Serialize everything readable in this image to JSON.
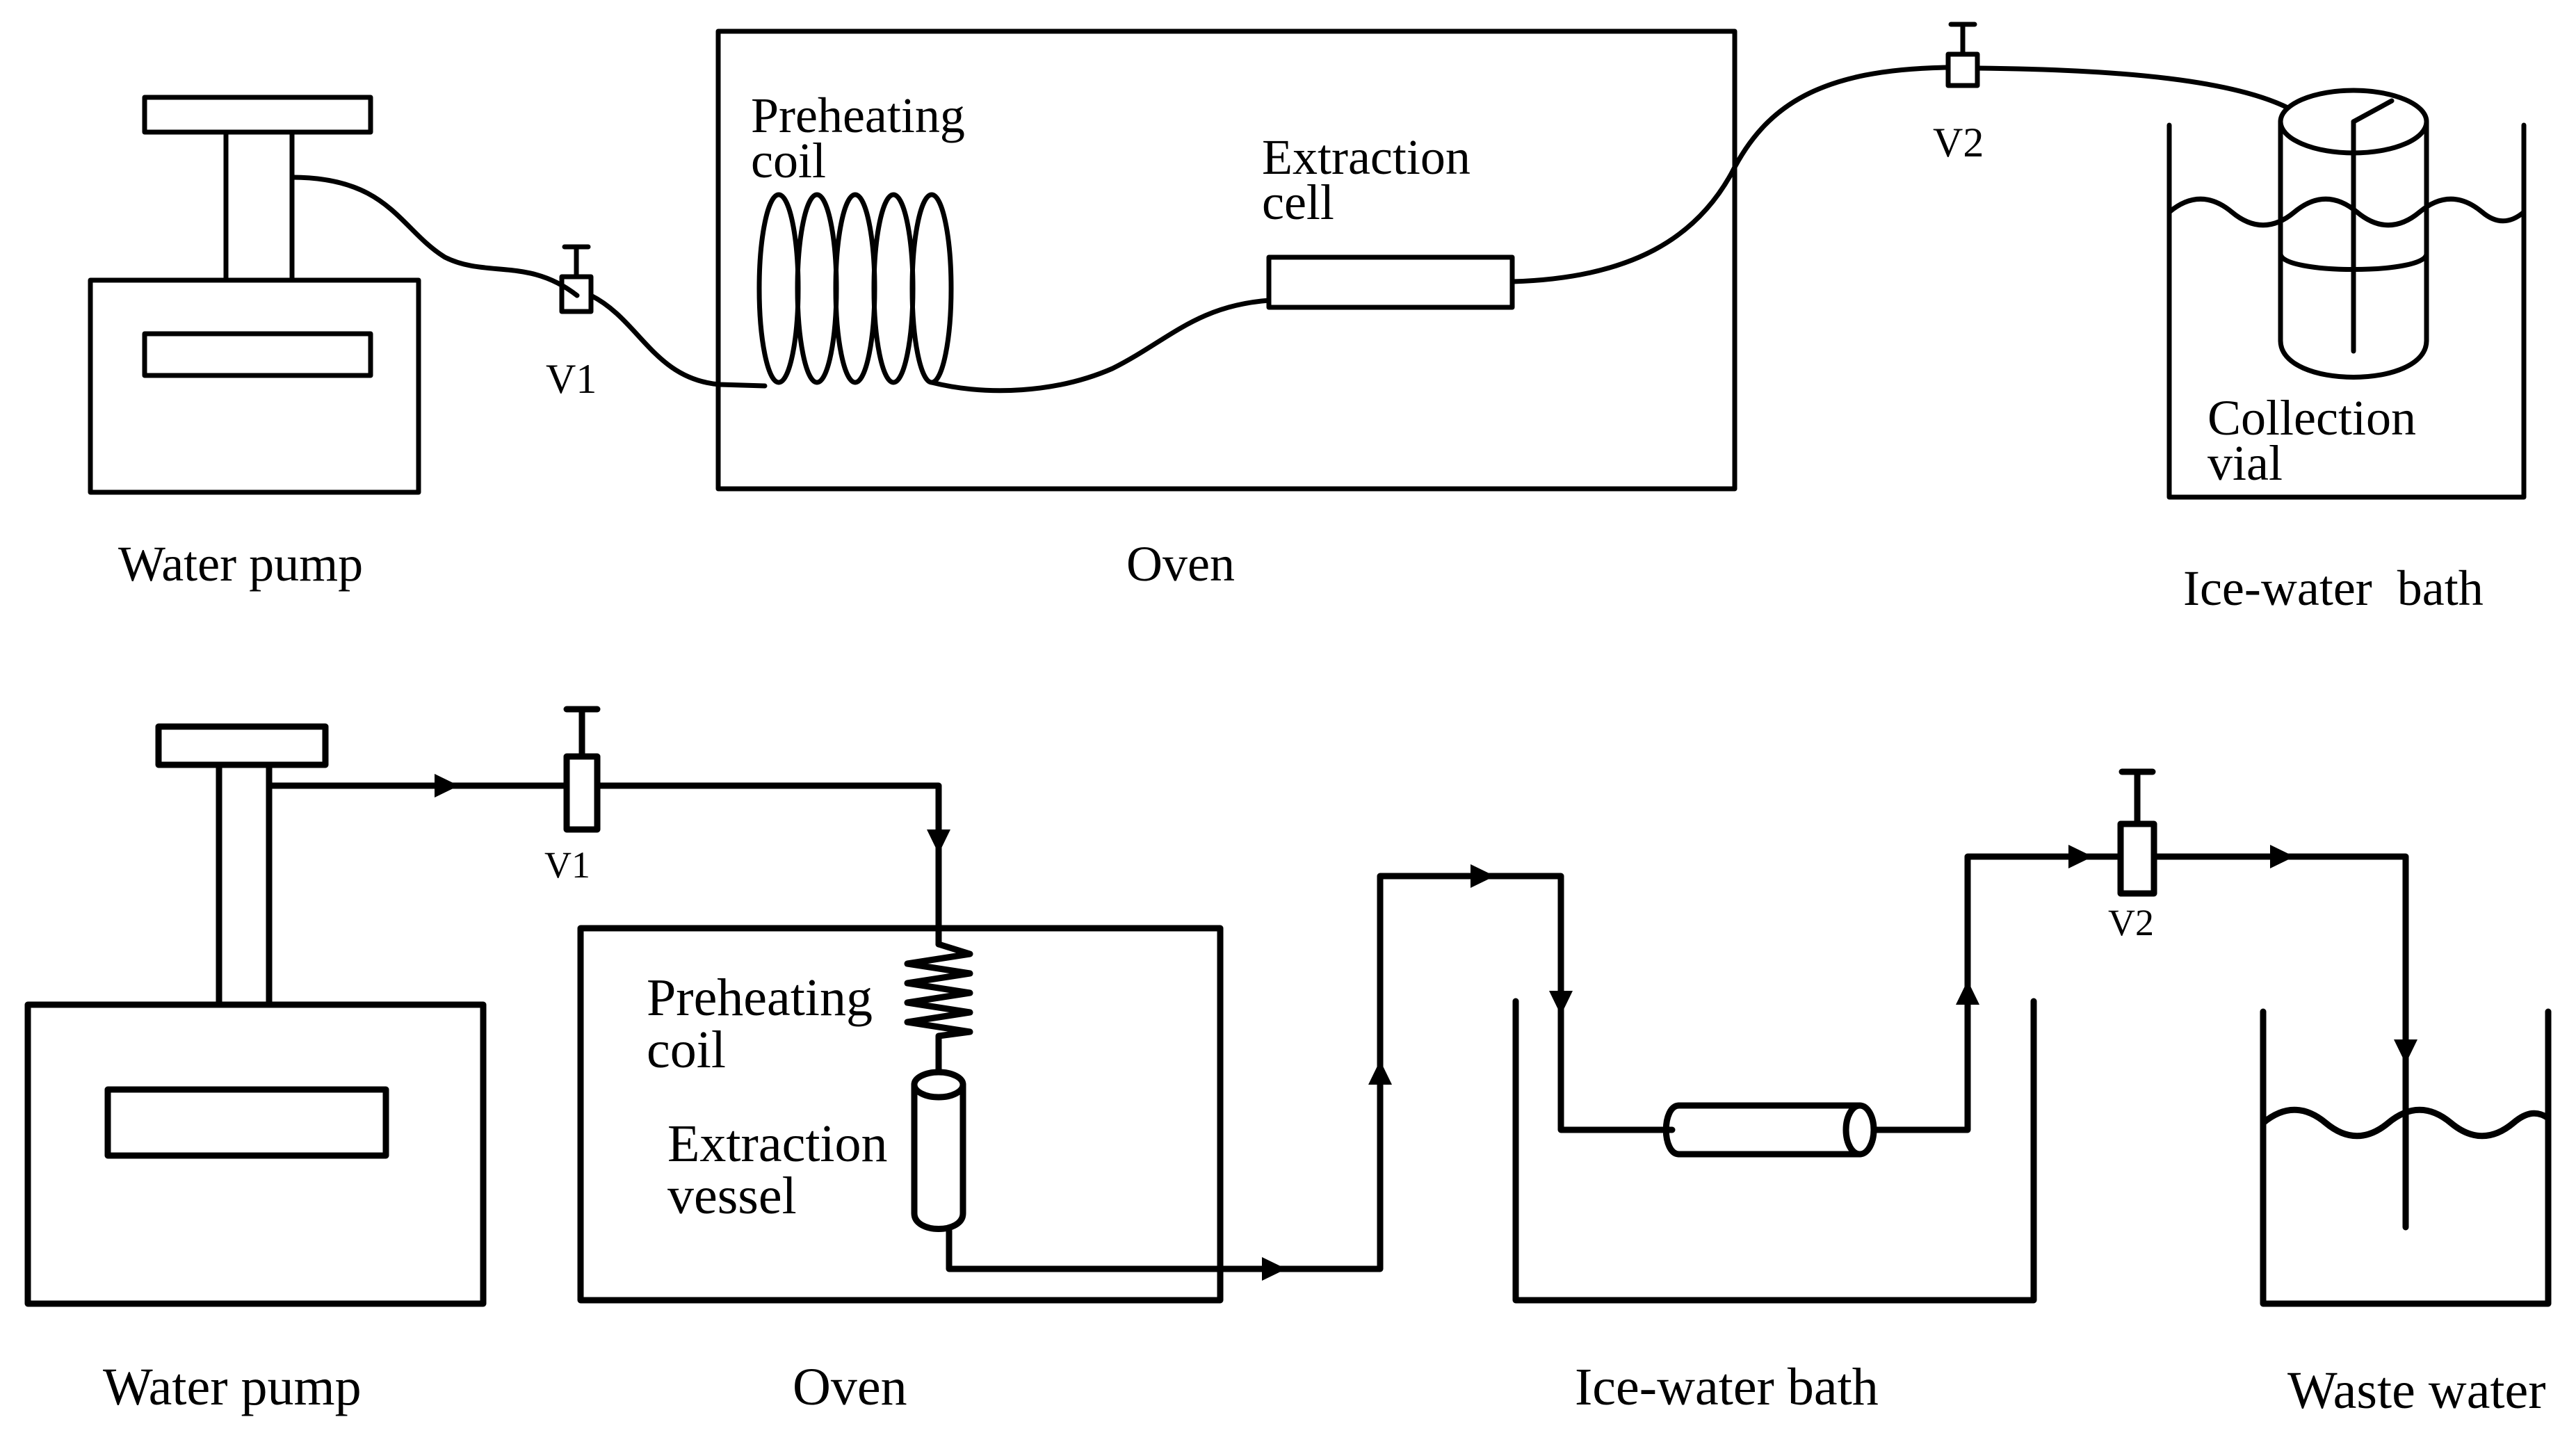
{
  "top_diagram": {
    "water_pump_label": "Water pump",
    "valve_1_label": "V1",
    "preheating_coil_label_line1": "Preheating",
    "preheating_coil_label_line2": "coil",
    "extraction_cell_label_line1": "Extraction",
    "extraction_cell_label_line2": "cell",
    "oven_label": "Oven",
    "valve_2_label": "V2",
    "collection_vial_label_line1": "Collection",
    "collection_vial_label_line2": "vial",
    "ice_water_bath_label": "Ice-water  bath"
  },
  "bottom_diagram": {
    "water_pump_label": "Water pump",
    "valve_1_label": "V1",
    "preheating_coil_label_line1": "Preheating",
    "preheating_coil_label_line2": "coil",
    "extraction_vessel_label_line1": "Extraction",
    "extraction_vessel_label_line2": "vessel",
    "oven_label": "Oven",
    "ice_water_bath_label": "Ice-water bath",
    "valve_2_label": "V2",
    "waste_water_label": "Waste water"
  }
}
